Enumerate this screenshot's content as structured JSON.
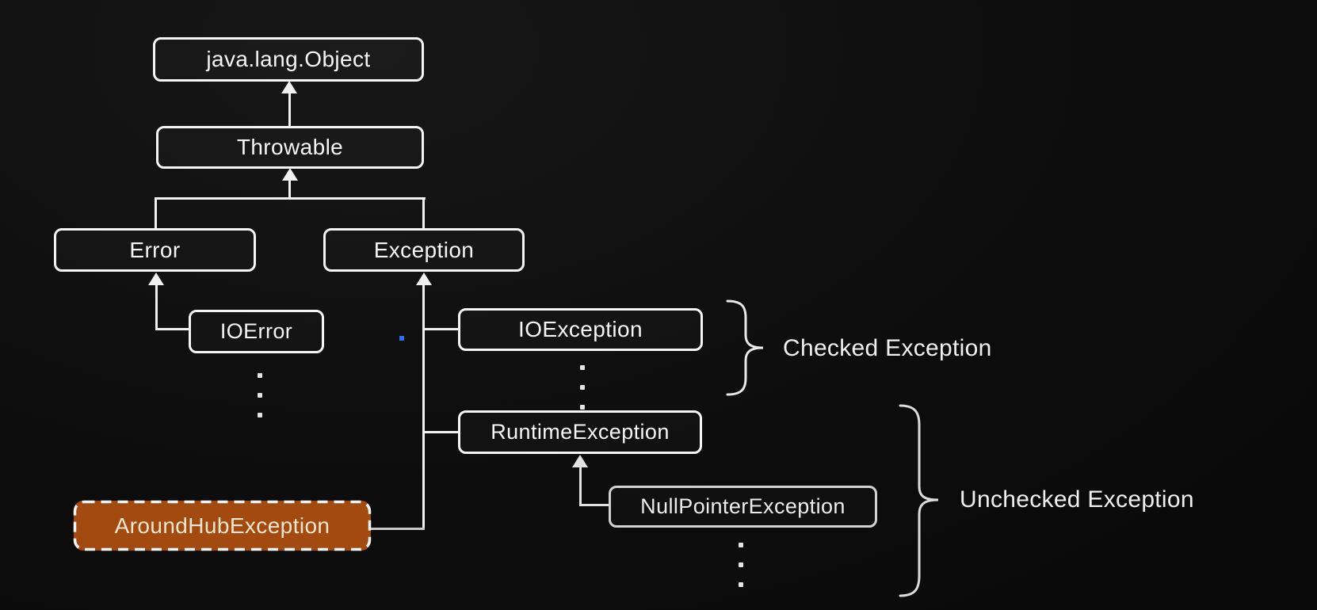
{
  "nodes": {
    "object": {
      "label": "java.lang.Object"
    },
    "throwable": {
      "label": "Throwable"
    },
    "error": {
      "label": "Error"
    },
    "exception": {
      "label": "Exception"
    },
    "ioerror": {
      "label": "IOError"
    },
    "ioexception": {
      "label": "IOException"
    },
    "runtime": {
      "label": "RuntimeException"
    },
    "npe": {
      "label": "NullPointerException"
    },
    "aroundhub": {
      "label": "AroundHubException"
    }
  },
  "annotations": {
    "checked": {
      "label": "Checked Exception"
    },
    "unchecked": {
      "label": "Unchecked Exception"
    }
  },
  "colors": {
    "background": "#0e0e0e",
    "box_border": "#f5f5f5",
    "box_text": "#f5f5f5",
    "muted_border": "#d2d2d2",
    "connector": "#f1f1f1",
    "highlight_fill": "#a24a0f",
    "highlight_text": "#f0e6d0",
    "accent_dot_blue": "#2c6ef2"
  }
}
